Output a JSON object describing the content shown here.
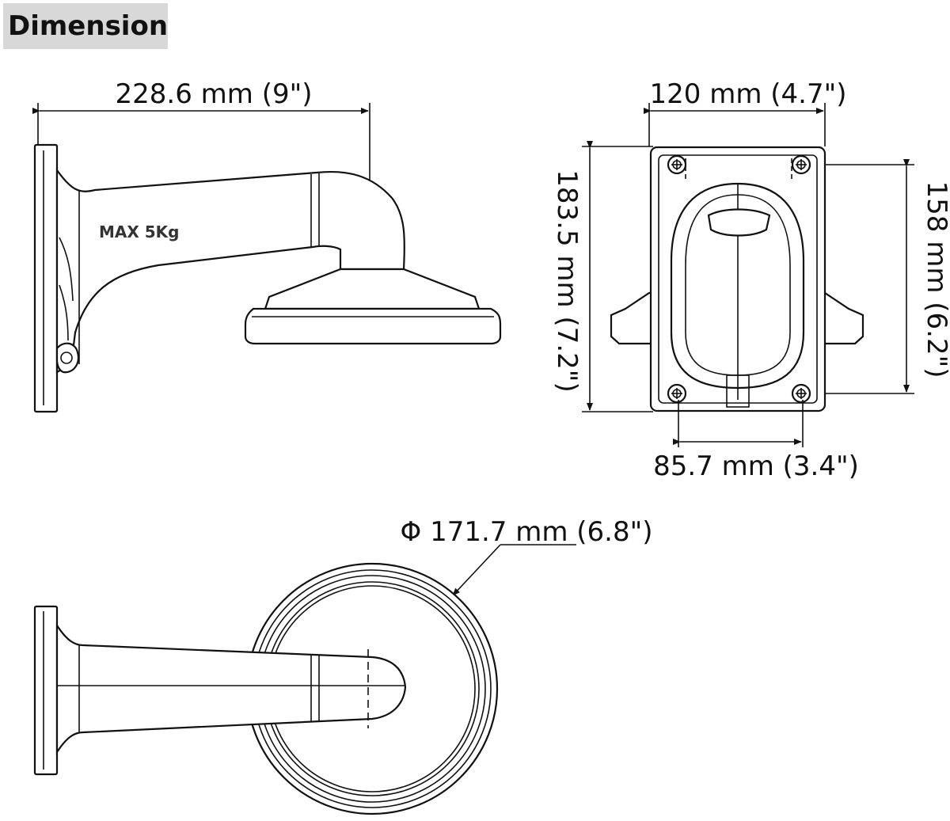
{
  "header": {
    "title": "Dimension"
  },
  "dimensions": {
    "side_width": "228.6 mm (9\")",
    "front_width": "120 mm (4.7\")",
    "front_height": "183.5 mm (7.2\")",
    "hole_vertical": "158 mm (6.2\")",
    "hole_horizontal": "85.7 mm (3.4\")",
    "diameter": "Φ 171.7 mm (6.8\")"
  },
  "labels": {
    "max_load": "MAX 5Kg"
  },
  "colors": {
    "line": "#111111",
    "header_bg": "#d8d8d8",
    "background": "#ffffff"
  }
}
